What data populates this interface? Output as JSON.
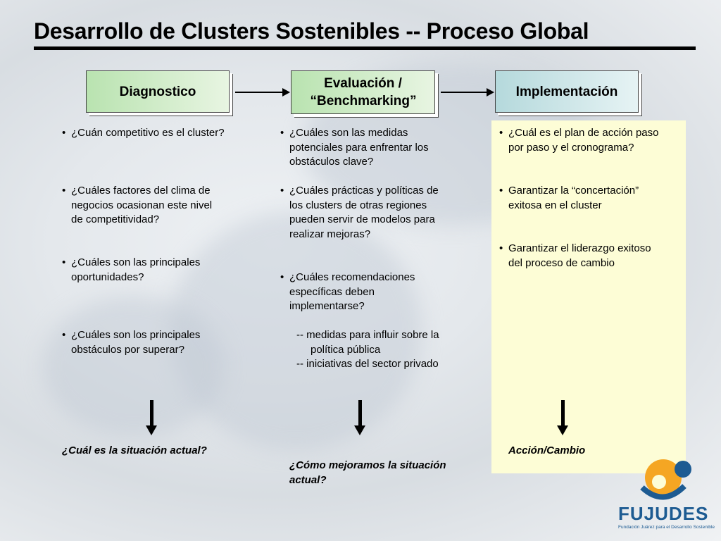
{
  "title": "Desarrollo de Clusters Sostenibles -- Proceso Global",
  "stages": {
    "diagnostico": "Diagnostico",
    "evaluacion": "Evaluación / “Benchmarking”",
    "implementacion": "Implementación"
  },
  "col1": {
    "items": [
      [
        "¿Cuán competitivo es el cluster?"
      ],
      [
        "¿Cuáles factores del clima de",
        "negocios ocasionan este nivel",
        "de competitividad?"
      ],
      [
        "¿Cuáles son las principales",
        "oportunidades?"
      ],
      [
        "¿Cuáles son los principales",
        "obstáculos por superar?"
      ]
    ],
    "question": "¿Cuál es la situación actual?"
  },
  "col2": {
    "items": [
      [
        "¿Cuáles son las medidas",
        "potenciales para enfrentar los",
        "obstáculos clave?"
      ],
      [
        "¿Cuáles prácticas y políticas de",
        "los clusters de otras regiones",
        "pueden servir de modelos para",
        "realizar mejoras?"
      ],
      [
        "¿Cuáles recomendaciones",
        "específicas deben",
        "implementarse?"
      ]
    ],
    "subitems": [
      "-- medidas para influir sobre la",
      "política pública",
      "-- iniciativas del sector privado"
    ],
    "question": [
      "¿Cómo mejoramos la situación",
      "actual?"
    ]
  },
  "col3": {
    "items": [
      [
        "¿Cuál es el plan de acción paso",
        "por paso y el cronograma?"
      ],
      [
        "Garantizar la “concertación”",
        "exitosa en el cluster"
      ],
      [
        "Garantizar el liderazgo exitoso",
        "del proceso de cambio"
      ]
    ],
    "question": "Acción/Cambio"
  },
  "logo": {
    "name": "FUJUDES",
    "subtitle": "Fundación Juárez para el Desarrollo Sostenible"
  },
  "colors": {
    "stage_green": "#b9e3b0",
    "stage_teal": "#b5d9dc",
    "panel_yellow": "#fdfdd6",
    "logo_blue": "#1d5b92",
    "logo_orange": "#f5a623"
  }
}
